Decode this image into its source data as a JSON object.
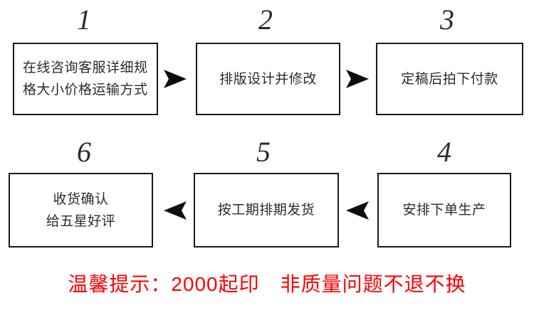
{
  "diagram": {
    "title_visible": false,
    "background_color": "#ffffff",
    "box_border_color": "#1a1a1a",
    "text_color": "#2b2b2b",
    "notice_color": "#ff0000",
    "steps": [
      {
        "number": "1",
        "text": "在线咨询客服详细规格大小价格运输方式",
        "align": "left"
      },
      {
        "number": "2",
        "text": "排版设计并修改",
        "align": "center"
      },
      {
        "number": "3",
        "text": "定稿后拍下付款",
        "align": "center"
      },
      {
        "number": "4",
        "text": "安排下单生产",
        "align": "center"
      },
      {
        "number": "5",
        "text": "按工期排期发货",
        "align": "center"
      },
      {
        "number": "6",
        "text": "收货确认\n给五星好评",
        "align": "center"
      }
    ],
    "arrows": [
      {
        "name": "arrow-step1-to-step2",
        "direction": "right"
      },
      {
        "name": "arrow-step2-to-step3",
        "direction": "right"
      },
      {
        "name": "arrow-step4-to-step5",
        "direction": "left"
      },
      {
        "name": "arrow-step5-to-step6",
        "direction": "left"
      }
    ],
    "notice": "温馨提示：2000起印　非质量问题不退不换"
  }
}
